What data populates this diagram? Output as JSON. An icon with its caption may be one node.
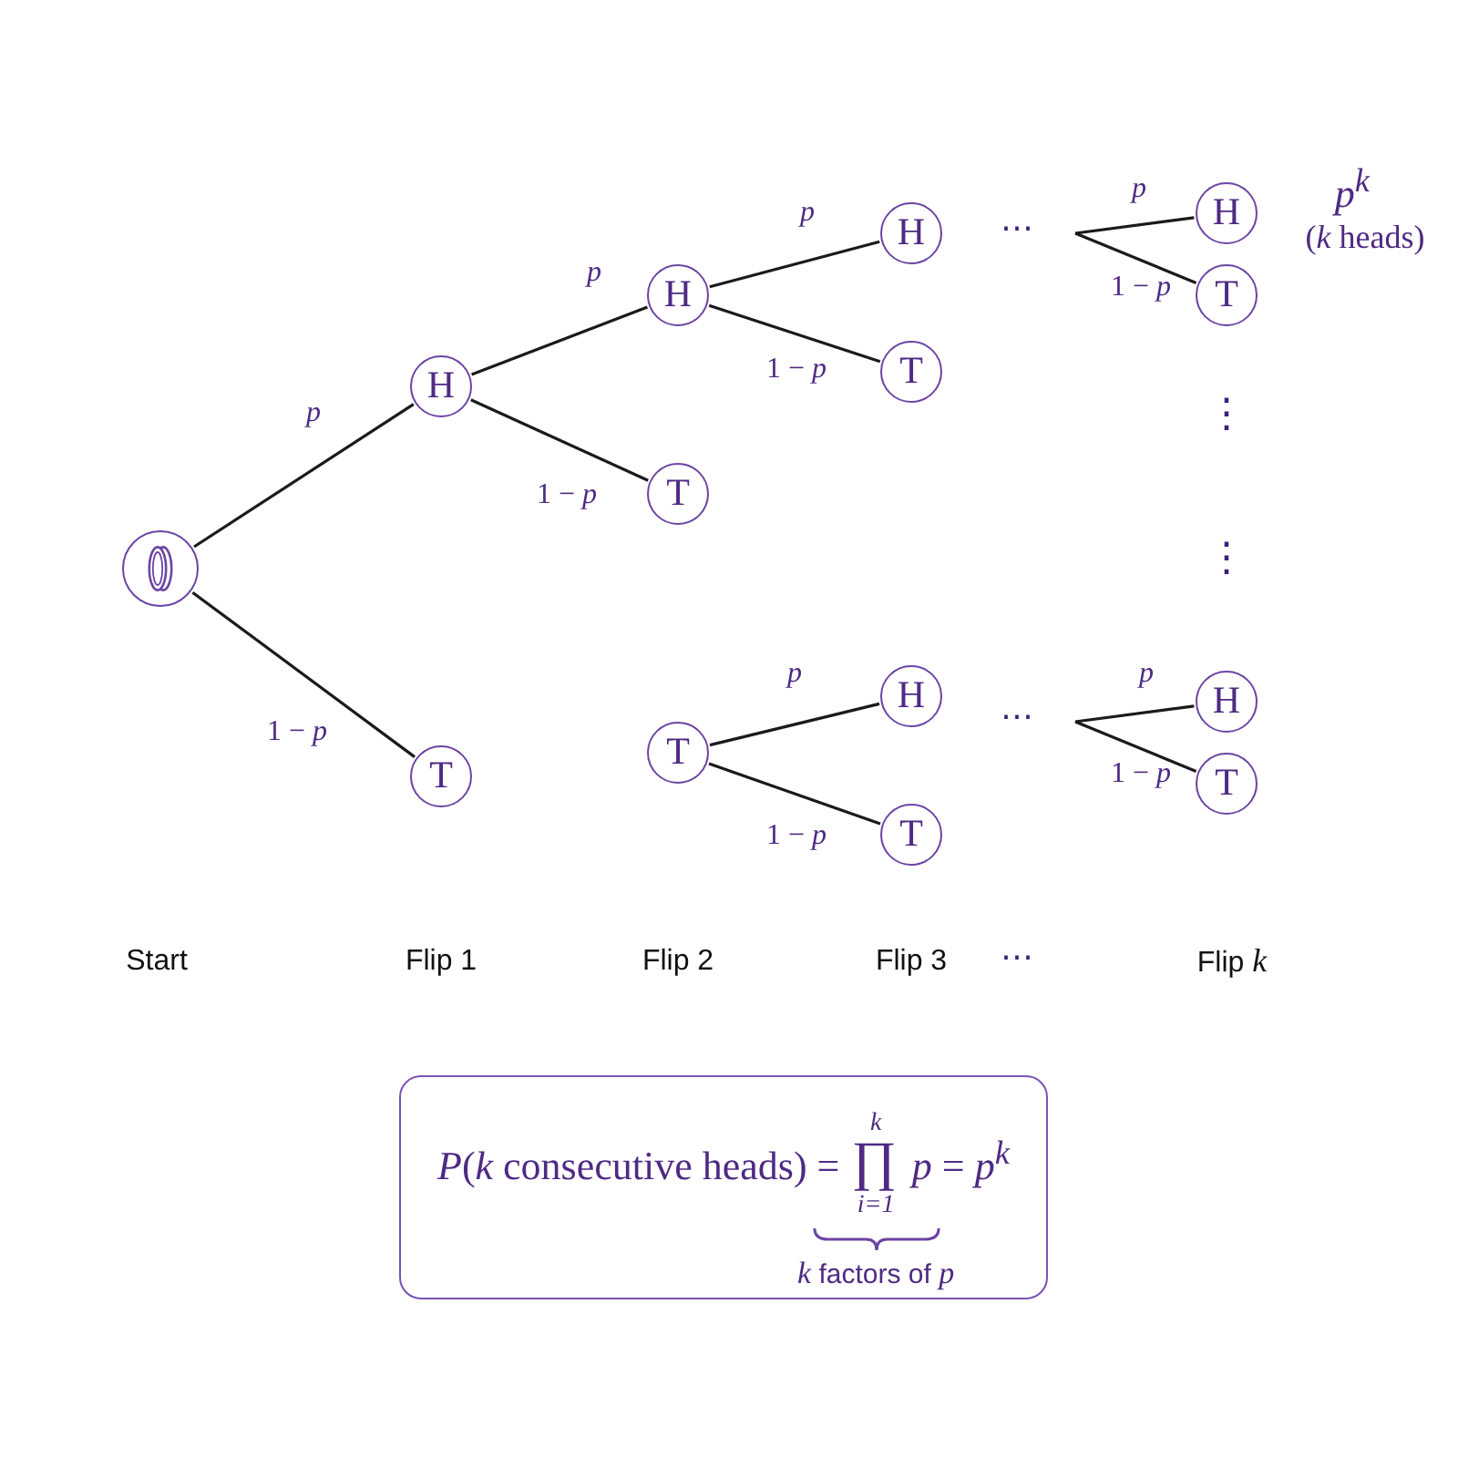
{
  "diagram": {
    "nodes": [
      {
        "text": [],
        "shape": "circle"
      },
      {
        "text": [
          "H"
        ]
      },
      {
        "text": [
          "T"
        ]
      },
      {
        "text": [
          "H"
        ]
      },
      {
        "text": [
          "T"
        ]
      },
      {
        "text": [
          "H"
        ]
      },
      {
        "text": [
          "T"
        ]
      },
      {
        "text": [
          "H"
        ],
        "beside": [
          "p$^{k}$",
          "(*k* heads)"
        ]
      },
      {
        "text": [
          "T"
        ]
      },
      {
        "text": [
          "T"
        ]
      },
      {
        "text": [
          "H"
        ]
      },
      {
        "text": [
          "T"
        ]
      },
      {
        "text": [
          "H"
        ]
      },
      {
        "text": [
          "T"
        ]
      },
      {
        "text": [
          "*P*(*k* consecutive heads) = ∏$_{i=1}$$^{k}$ *p* = *p*$^{k}$",
          "*k* factors of *p*"
        ]
      }
    ],
    "edges": [
      {
        "from": 0,
        "to": 1,
        "arrow": "none",
        "label": "p"
      },
      {
        "from": 0,
        "to": 2,
        "arrow": "none",
        "label": "1 − *p*"
      },
      {
        "from": 1,
        "to": 3,
        "arrow": "none",
        "label": "p"
      },
      {
        "from": 1,
        "to": 4,
        "arrow": "none",
        "label": "1 − *p*"
      },
      {
        "from": 3,
        "to": 5,
        "arrow": "none",
        "label": "p"
      },
      {
        "from": 3,
        "to": 6,
        "arrow": "none",
        "label": "1 − *p*"
      },
      {
        "from": null,
        "to": 7,
        "arrow": "none",
        "label": "p"
      },
      {
        "from": null,
        "to": 8,
        "arrow": "none",
        "label": "1 − *p*"
      },
      {
        "from": 9,
        "to": 10,
        "arrow": "none",
        "label": "p"
      },
      {
        "from": 9,
        "to": 11,
        "arrow": "none",
        "label": "1 − *p*"
      },
      {
        "from": null,
        "to": 12,
        "arrow": "none",
        "label": "p"
      },
      {
        "from": null,
        "to": 13,
        "arrow": "none",
        "label": "1 − *p*"
      }
    ],
    "labels": [
      "⋯",
      "⋮",
      "⋮",
      "⋯",
      "Start",
      "Flip 1",
      "Flip 2",
      "Flip 3",
      "⋯",
      "Flip *k*"
    ]
  }
}
